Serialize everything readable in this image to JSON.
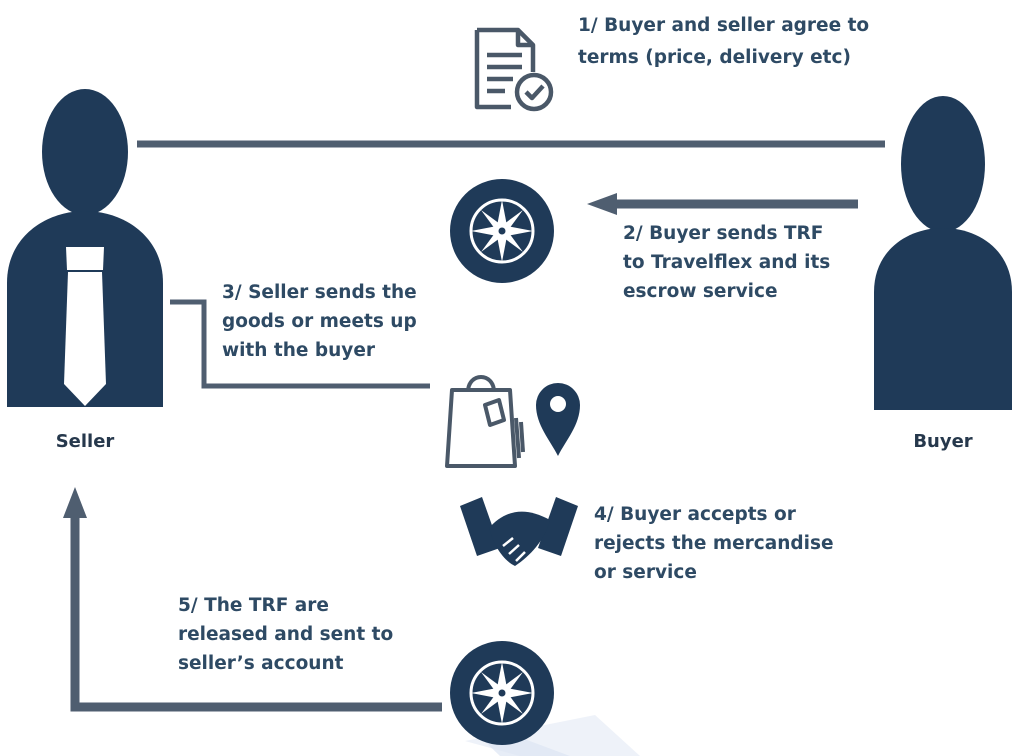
{
  "colors": {
    "primary": "#1f3a58",
    "connector": "#4f5e70",
    "text": "#2e4a64",
    "watermark": "#dde6f3"
  },
  "actors": {
    "seller": {
      "label": "Seller",
      "icon": "businessman-icon"
    },
    "buyer": {
      "label": "Buyer",
      "icon": "person-icon"
    }
  },
  "steps": [
    {
      "text": "1/ Buyer and seller agree to terms (price, delivery etc)",
      "lines": [
        "1/ Buyer and seller agree to",
        "terms (price, delivery etc)"
      ],
      "icon": "contract-document-icon"
    },
    {
      "text": "2/ Buyer sends TRF to Travelflex and its escrow service",
      "lines": [
        "2/ Buyer sends TRF",
        "to Travelflex and its",
        "escrow service"
      ],
      "icon": "compass-rose-icon"
    },
    {
      "text": "3/ Seller sends the goods or meets up with the buyer",
      "lines": [
        "3/ Seller sends the",
        "goods or meets up",
        "with the buyer"
      ],
      "icon": "shopping-bag-icon"
    },
    {
      "text": "4/ Buyer accepts or rejects the mercandise or service",
      "lines": [
        "4/ Buyer accepts or",
        "rejects the mercandise",
        "or service"
      ],
      "icon": "handshake-icon"
    },
    {
      "text": "5/ The TRF are released and sent to seller's account",
      "lines": [
        "5/ The TRF are",
        "released and sent to",
        "seller’s account"
      ],
      "icon": "compass-rose-icon"
    }
  ],
  "extra_icons": [
    "location-pin-icon"
  ]
}
